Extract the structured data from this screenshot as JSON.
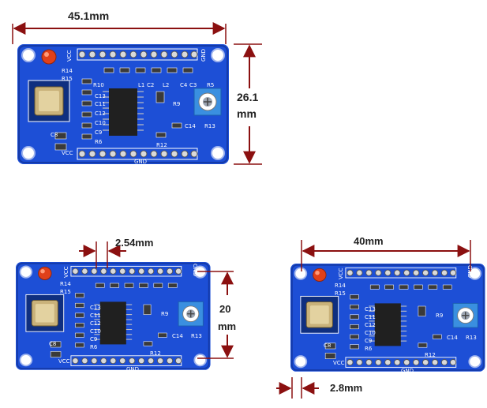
{
  "dimensions": {
    "top_width": "45.1mm",
    "top_height_value": "26.1",
    "top_height_unit": "mm",
    "pin_pitch": "2.54mm",
    "hole_spacing_value": "20",
    "hole_spacing_unit": "mm",
    "hole_distance": "40mm",
    "edge_offset": "2.8mm"
  },
  "silkscreen": {
    "vcc": "VCC",
    "gnd": "GND",
    "r14": "R14",
    "r15": "R15",
    "r10": "R10",
    "c2": "C2",
    "l1": "L1",
    "l2": "L2",
    "c4": "C4",
    "c3": "C3",
    "r9": "R9",
    "r5": "R5",
    "c13": "C13",
    "c11": "C11",
    "c12": "C12",
    "c10": "C10",
    "c9": "C9",
    "r6": "R6",
    "c8": "C8",
    "c14": "C14",
    "r13": "R13",
    "r12": "R12"
  },
  "colors": {
    "pcb": "#1d4fd6",
    "pcb_dark": "#143aa8",
    "dimension_line": "#8b1010",
    "led": "#e0401a",
    "potentiometer": "#3a8fe0",
    "crystal": "#c9b27a",
    "chip": "#202020"
  }
}
